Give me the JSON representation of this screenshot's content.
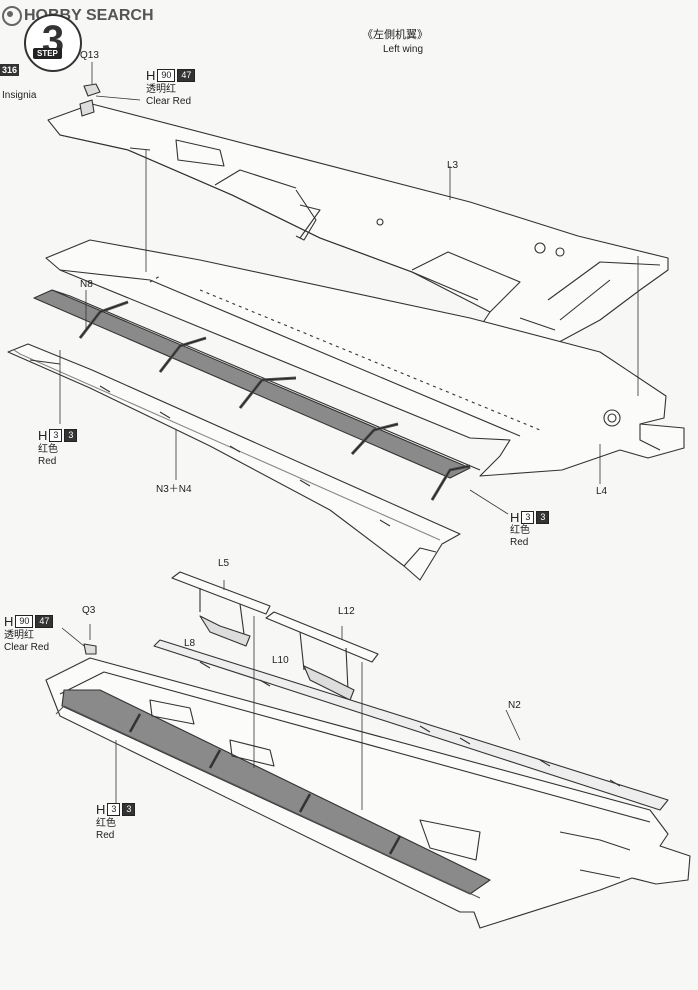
{
  "header": {
    "logo_text": "HOBBY SEARCH",
    "logo_icon": "circle-logo-icon",
    "step_number": "3",
    "step_word": "STEP",
    "side_badge": "316",
    "side_label": "Insignia"
  },
  "title": {
    "cn": "《左側机翼》",
    "en": "Left wing"
  },
  "parts": {
    "q13": "Q13",
    "l3": "L3",
    "n8": "N8",
    "n3n4": "N3＋N4",
    "l4": "L4",
    "l5": "L5",
    "q3": "Q3",
    "l8": "L8",
    "l12": "L12",
    "l10": "L10",
    "n2": "N2"
  },
  "paints": {
    "clear_red_top": {
      "h": "H",
      "code": "90",
      "code2": "47",
      "cn": "透明红",
      "en": "Clear Red"
    },
    "red_top_left": {
      "h": "H",
      "code": "3",
      "code2": "3",
      "cn": "红色",
      "en": "Red"
    },
    "red_top_right": {
      "h": "H",
      "code": "3",
      "code2": "3",
      "cn": "红色",
      "en": "Red"
    },
    "clear_red_bottom": {
      "h": "H",
      "code": "90",
      "code2": "47",
      "cn": "透明红",
      "en": "Clear Red"
    },
    "red_bottom_left": {
      "h": "H",
      "code": "3",
      "code2": "3",
      "cn": "红色",
      "en": "Red"
    }
  },
  "colors": {
    "ink": "#222222",
    "stripe": "#8a8a8a",
    "paper": "#f7f7f5"
  }
}
